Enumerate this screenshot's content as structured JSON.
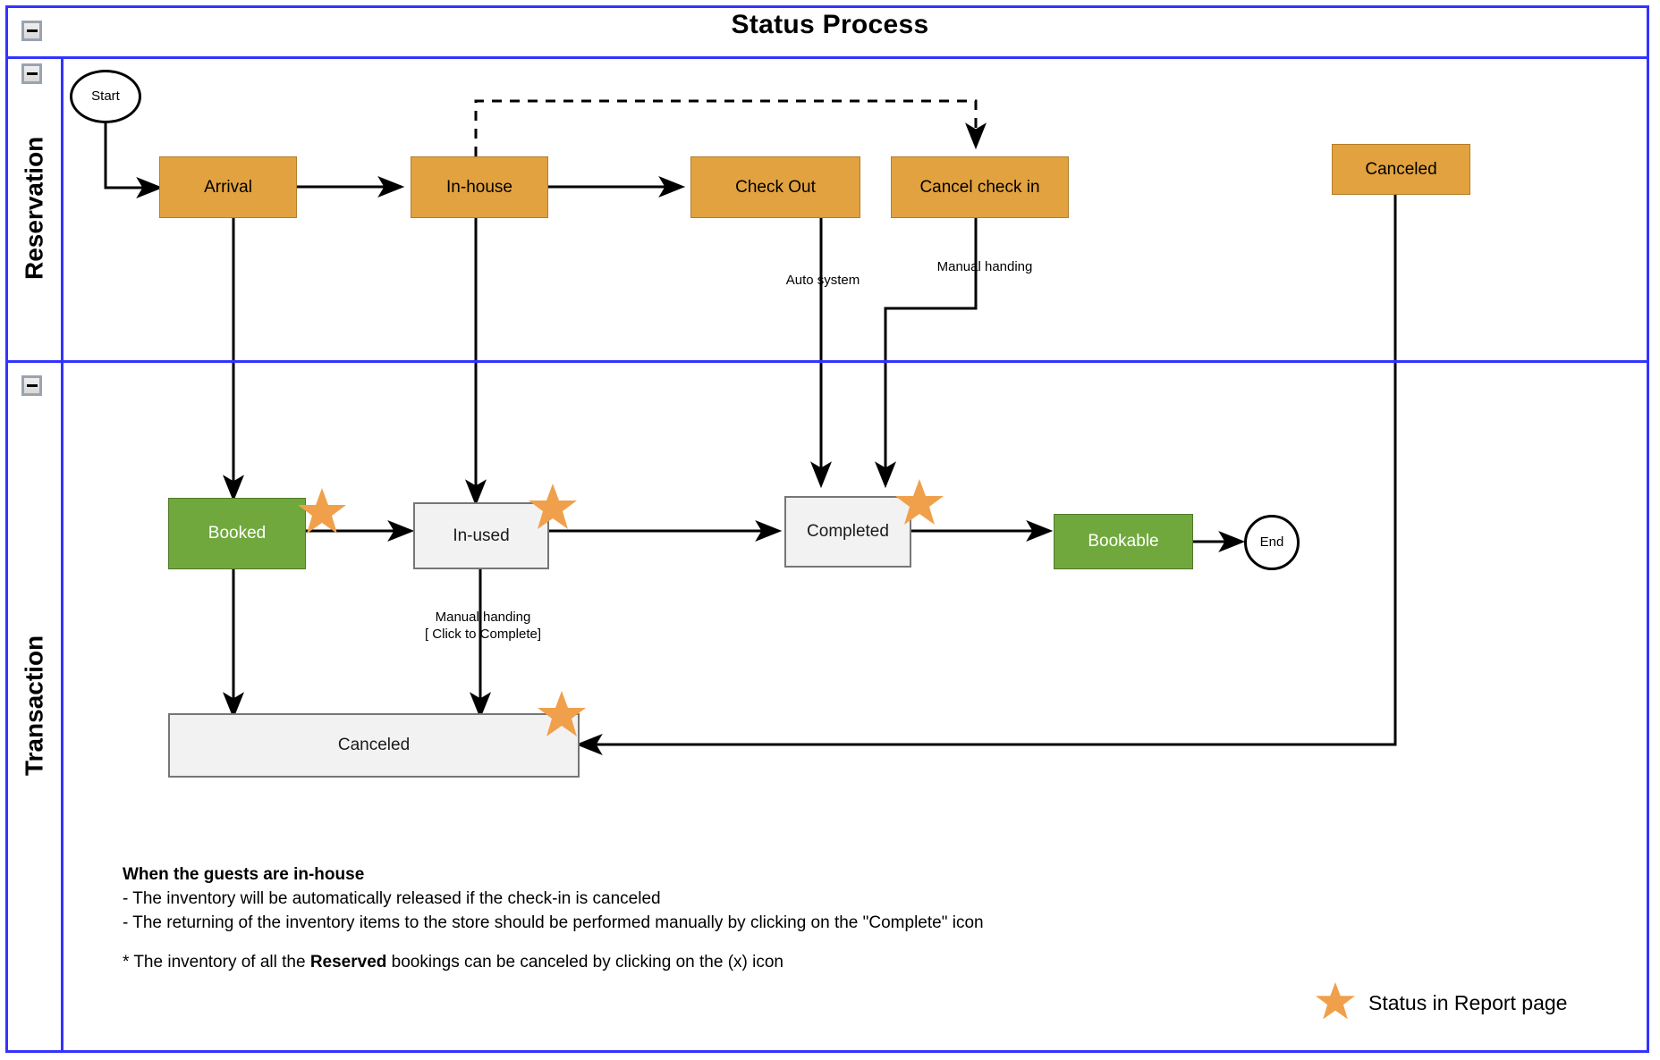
{
  "diagram": {
    "title": "Status Process",
    "type": "swimlane-flowchart",
    "frame_color": "#3333ff",
    "colors": {
      "reservation_node": "#E2A23F",
      "active_node": "#70A83D",
      "neutral_node": "#F2F2F2",
      "star": "#F0A04B",
      "lane_border": "#3333ff"
    }
  },
  "collapse_icons": {
    "pool": "minus-icon",
    "reservation": "minus-icon",
    "transaction": "minus-icon"
  },
  "lanes": [
    {
      "id": "reservation",
      "label": "Reservation"
    },
    {
      "id": "transaction",
      "label": "Transaction"
    }
  ],
  "nodes": {
    "start": {
      "label": "Start",
      "shape": "ellipse",
      "lane": "reservation"
    },
    "arrival": {
      "label": "Arrival",
      "shape": "rect",
      "lane": "reservation",
      "style": "orange"
    },
    "in_house": {
      "label": "In-house",
      "shape": "rect",
      "lane": "reservation",
      "style": "orange"
    },
    "check_out": {
      "label": "Check Out",
      "shape": "rect",
      "lane": "reservation",
      "style": "orange"
    },
    "cancel_check_in": {
      "label": "Cancel check in",
      "shape": "rect",
      "lane": "reservation",
      "style": "orange"
    },
    "res_canceled": {
      "label": "Canceled",
      "shape": "rect",
      "lane": "reservation",
      "style": "orange"
    },
    "booked": {
      "label": "Booked",
      "shape": "rect",
      "lane": "transaction",
      "style": "green"
    },
    "in_used": {
      "label": "In-used",
      "shape": "rect",
      "lane": "transaction",
      "style": "grey"
    },
    "completed": {
      "label": "Completed",
      "shape": "rect",
      "lane": "transaction",
      "style": "grey"
    },
    "bookable": {
      "label": "Bookable",
      "shape": "rect",
      "lane": "transaction",
      "style": "green"
    },
    "txn_canceled": {
      "label": "Canceled",
      "shape": "rect",
      "lane": "transaction",
      "style": "grey"
    },
    "end": {
      "label": "End",
      "shape": "circle",
      "lane": "transaction"
    }
  },
  "edge_labels": {
    "auto_system": "Auto system",
    "manual_handing": "Manual handing",
    "manual_handing_complete_line1": "Manual handing",
    "manual_handing_complete_line2": "[ Click to Complete]"
  },
  "notes": {
    "heading": "When the guests are in-house",
    "bullets": [
      "- The inventory will be automatically released if the check-in is canceled",
      "- The returning of the inventory items to the store should be performed manually by clicking on the \"Complete\" icon"
    ],
    "footnote_before": "* The inventory of all the ",
    "footnote_bold": "Reserved",
    "footnote_after": " bookings can be canceled by clicking on the (x) icon"
  },
  "legend": {
    "icon": "star-icon",
    "text": "Status in Report page"
  }
}
